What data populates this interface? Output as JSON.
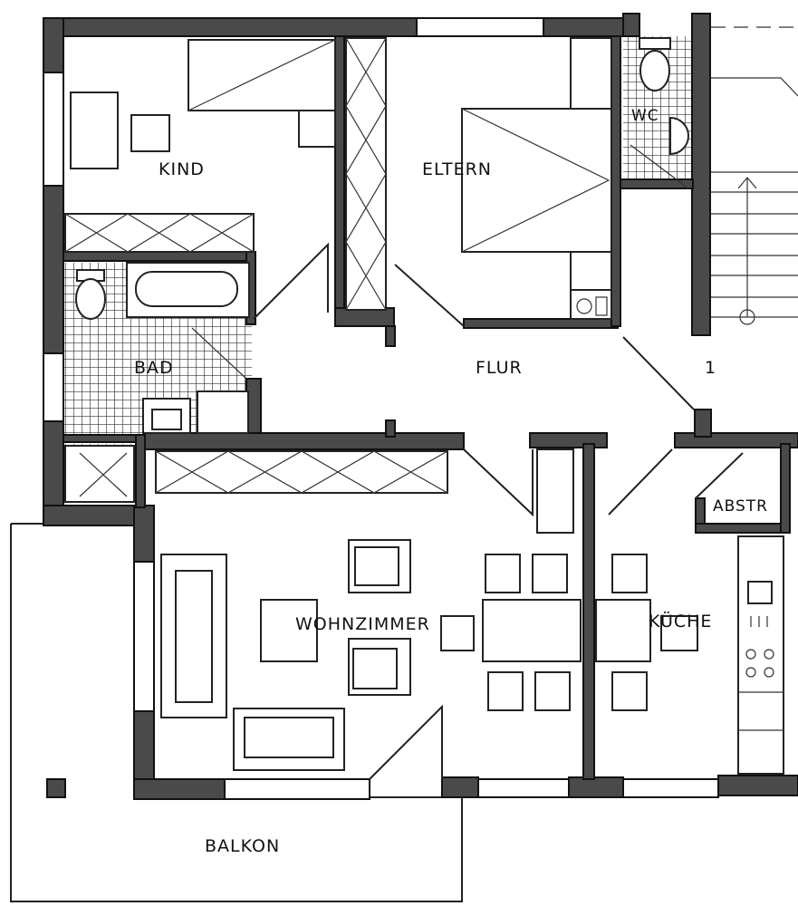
{
  "rooms": {
    "kind": "KIND",
    "eltern": "ELTERN",
    "wc": "WC",
    "bad": "BAD",
    "flur": "FLUR",
    "abstr": "ABSTR",
    "wohnzimmer": "WOHNZIMMER",
    "kueche": "KÜCHE",
    "balkon": "BALKON"
  },
  "stair_number": "1",
  "colors": {
    "wall": "#4a4a4a",
    "line": "#111111",
    "paper": "#ffffff"
  }
}
